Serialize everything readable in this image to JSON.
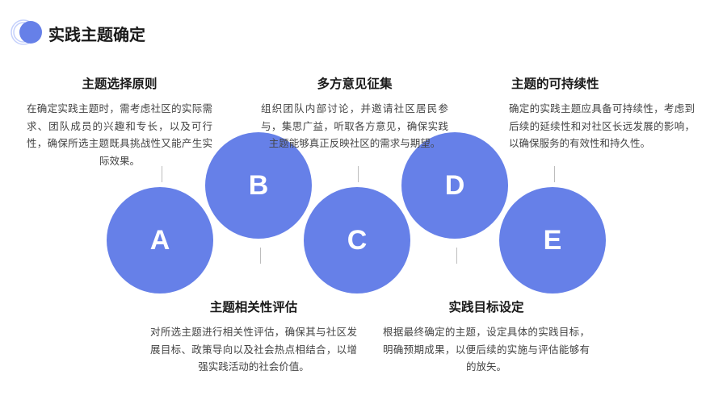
{
  "header": {
    "title": "实践主题确定"
  },
  "circles": {
    "a": "A",
    "b": "B",
    "c": "C",
    "d": "D",
    "e": "E"
  },
  "colors": {
    "accent": "#6680e8",
    "accent_light": "#c4d0fb",
    "title_text": "#1a1a1a",
    "body_text": "#444444"
  },
  "blocks": {
    "principle": {
      "title": "主题选择原则",
      "body": "在确定实践主题时，需考虑社区的实际需求、团队成员的兴趣和专长，以及可行性，确保所选主题既具挑战性又能产生实际效果。"
    },
    "opinions": {
      "title": "多方意见征集",
      "body": "组织团队内部讨论，并邀请社区居民参与，集思广益，听取各方意见，确保实践主题能够真正反映社区的需求与期望。"
    },
    "sustainability": {
      "title": "主题的可持续性",
      "body": "确定的实践主题应具备可持续性，考虑到后续的延续性和对社区长远发展的影响，以确保服务的有效性和持久性。"
    },
    "relevance": {
      "title": "主题相关性评估",
      "body": "对所选主题进行相关性评估，确保其与社区发展目标、政策导向以及社会热点相结合，以增强实践活动的社会价值。"
    },
    "goals": {
      "title": "实践目标设定",
      "body": "根据最终确定的主题，设定具体的实践目标，明确预期成果，以便后续的实施与评估能够有的放矢。"
    }
  }
}
